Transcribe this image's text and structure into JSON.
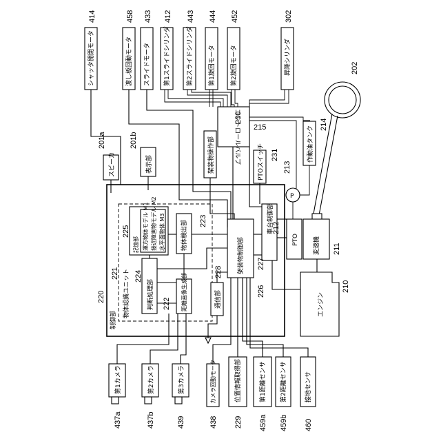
{
  "top_components": [
    {
      "id": "414",
      "label": "シャッタ開閉モータ"
    },
    {
      "id": "458",
      "label": "渡し板回動モータ"
    },
    {
      "id": "433",
      "label": "スライドモータ"
    },
    {
      "id": "412",
      "label": "第1スライドシリンダ"
    },
    {
      "id": "443",
      "label": "第2スライドシリンダ"
    },
    {
      "id": "444",
      "label": "第1旋回モータ"
    },
    {
      "id": "452",
      "label": "第2旋回モータ"
    },
    {
      "id": "302",
      "label": "昇降シリンダ"
    }
  ],
  "bottom_components": [
    {
      "id": "437a",
      "label": "第1カメラ"
    },
    {
      "id": "437b",
      "label": "第2カメラ"
    },
    {
      "id": "439",
      "label": "第3カメラ"
    },
    {
      "id": "438",
      "label": "カメラ回動モータ"
    },
    {
      "id": "229",
      "label": "位置情報取得部"
    },
    {
      "id": "459a",
      "label": "第1距離センサ"
    },
    {
      "id": "459b",
      "label": "第2距離センサ"
    },
    {
      "id": "460",
      "label": "接地センサ"
    }
  ],
  "blocks": {
    "speaker": {
      "id": "201a",
      "label": "スピーカ"
    },
    "display": {
      "id": "201b",
      "label": "表示部"
    },
    "control_unit": {
      "id": "220",
      "label": "制御部"
    },
    "recognition_unit": {
      "id": "221",
      "label": "物体認識ユニット"
    },
    "judgment": {
      "id": "224",
      "label": "判断処理部"
    },
    "distance_image": {
      "id": "222",
      "label": "距離画像生成部"
    },
    "storage": {
      "id": "225",
      "label": "記憶部"
    },
    "model_m1": "運方物体モデル M1",
    "model_m2": "接近障害物モデル M2",
    "model_m3": "水平面物体 M3",
    "object_detect": {
      "id": "223",
      "label": "物体検出部"
    },
    "equipment_control": {
      "id": "227",
      "label": "架装物制御部"
    },
    "communication": {
      "id": "228",
      "label": "通信部"
    },
    "vehicle_control": {
      "id": "212",
      "label": "車台制御部"
    },
    "equipment_op": {
      "id": "230",
      "label": "架装物操作部"
    },
    "control_valve": {
      "id": "215",
      "label": "コントロールバルブ"
    },
    "pto_switch": {
      "id": "231",
      "label": "PTOスイッチ"
    },
    "pump": {
      "id": "213",
      "label": "P"
    },
    "oil_tank": {
      "id": "214",
      "label": "作動油タンク"
    },
    "pto": {
      "label": "PTO"
    },
    "transmission": {
      "id": "211",
      "label": "変速機"
    },
    "engine": {
      "id": "210",
      "label": "エンジン"
    },
    "steering": {
      "id": "202"
    }
  },
  "extra_numbers": {
    "n226": "226"
  }
}
